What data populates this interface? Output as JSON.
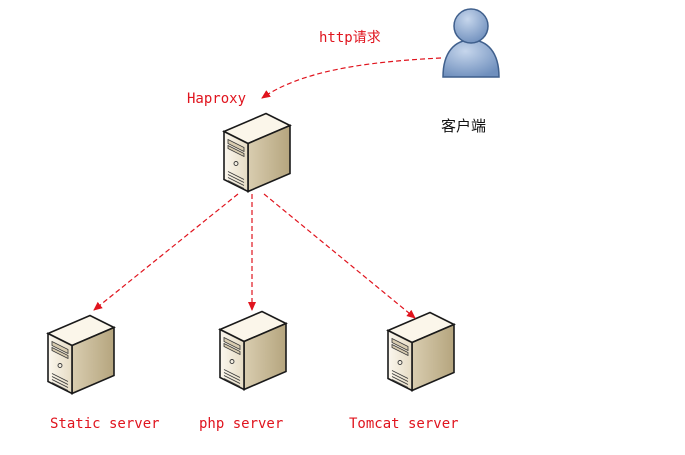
{
  "labels": {
    "request": "http请求",
    "haproxy": "Haproxy",
    "client": "客户端",
    "static_server": "Static server",
    "php_server": "php server",
    "tomcat_server": "Tomcat server"
  },
  "icons": {
    "client": "user-icon",
    "server": "server-tower-icon"
  },
  "colors": {
    "arrow": "#e0141e",
    "label_red": "#e0141e",
    "label_black": "#111111",
    "user_fill": "#8ea9cf",
    "server_front": "#f3ecdb",
    "server_side": "#ccbf9f",
    "server_top": "#fbf6ea"
  }
}
